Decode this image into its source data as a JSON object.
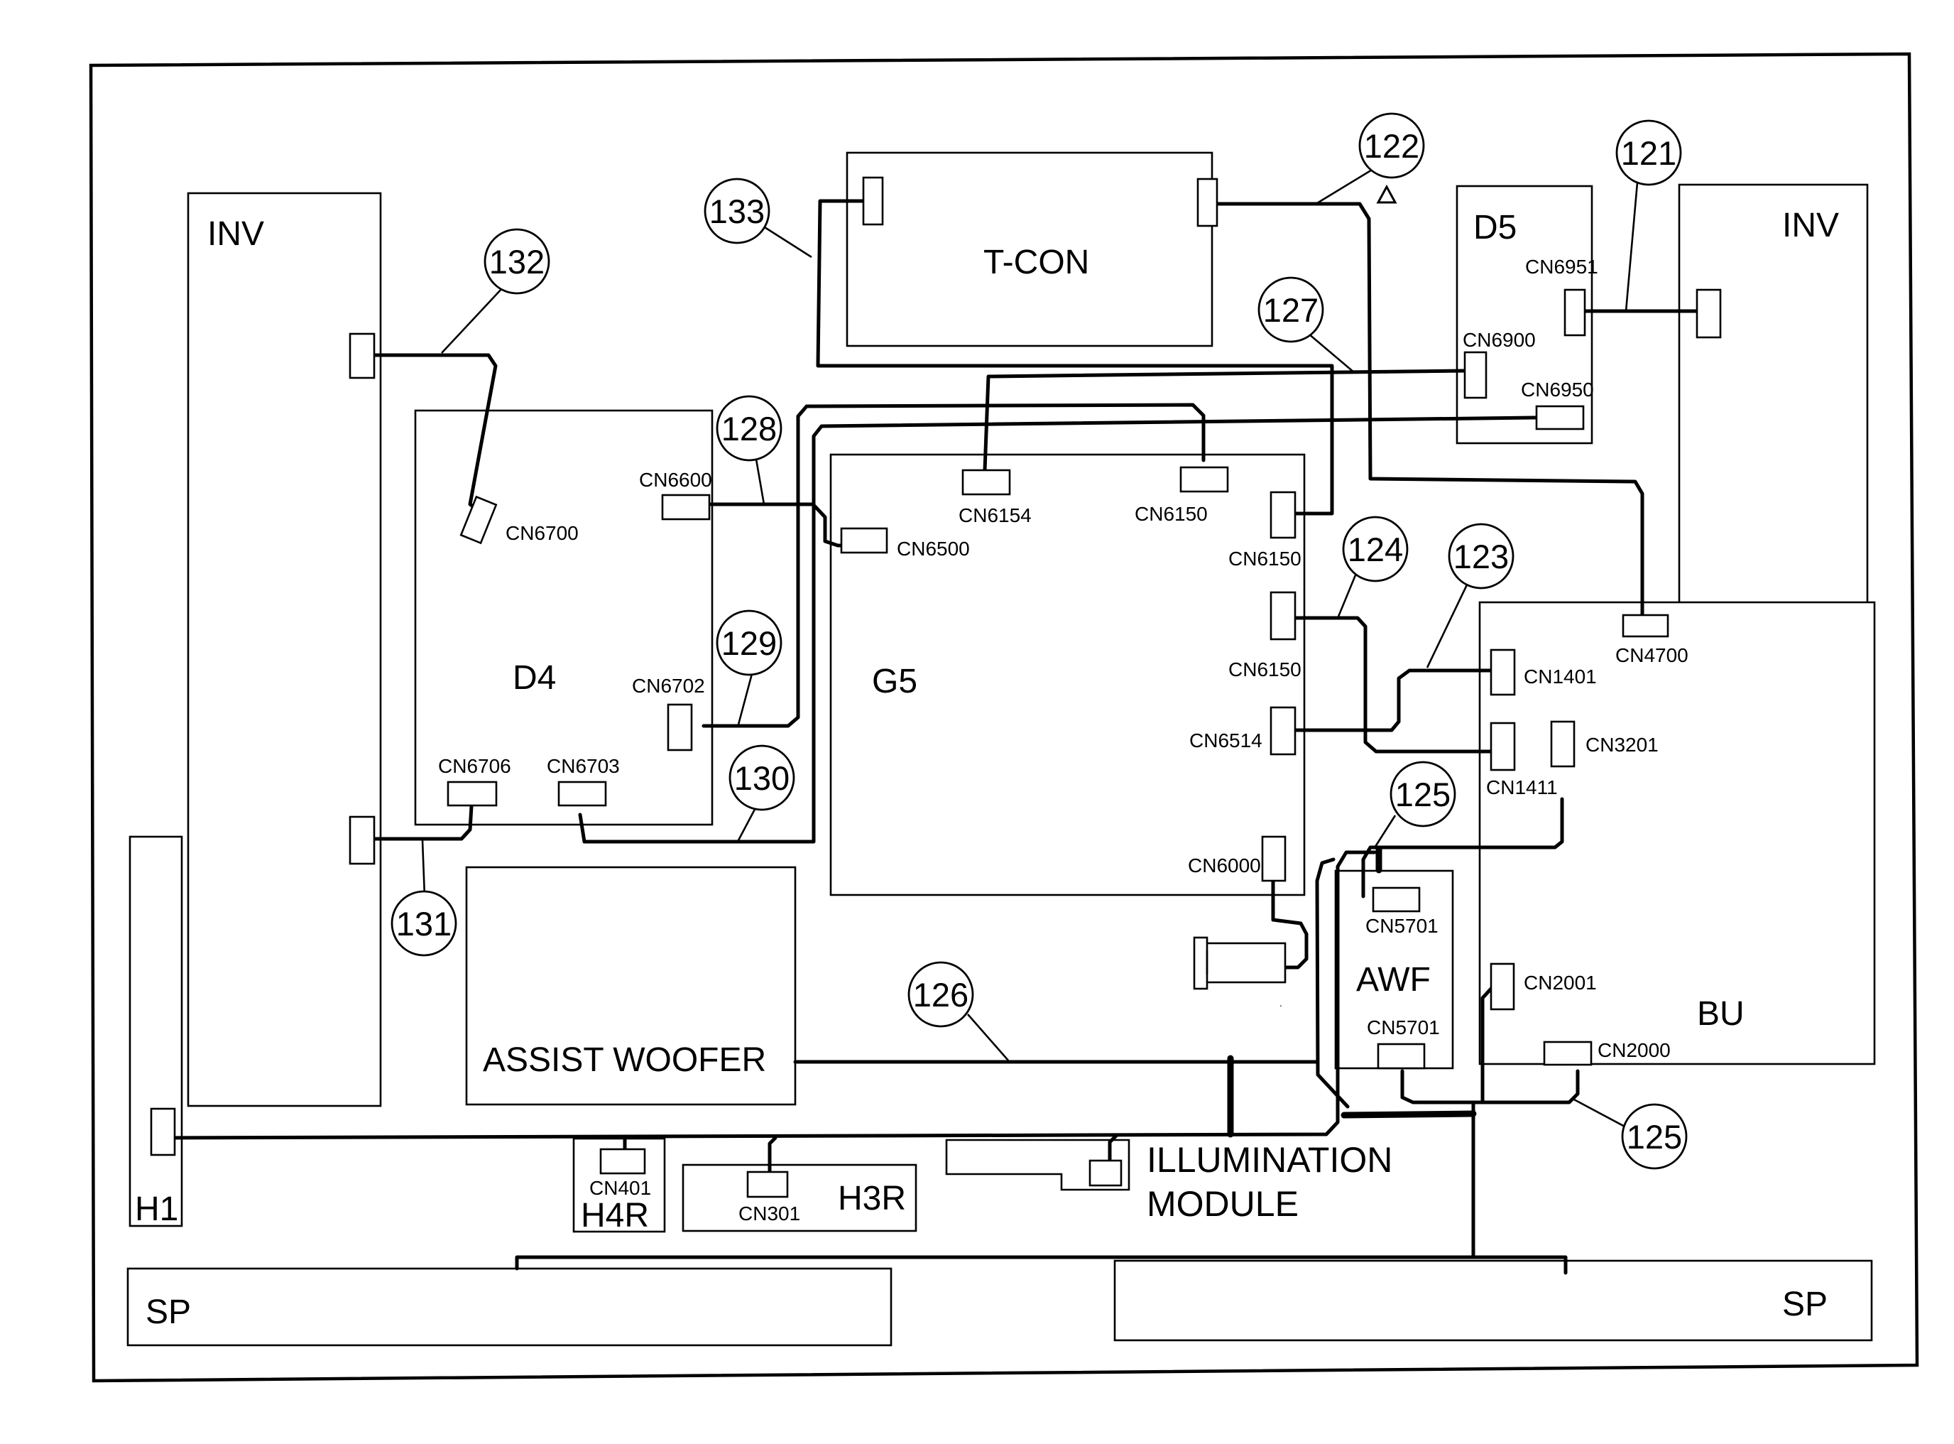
{
  "boards": {
    "inv_left": "INV",
    "inv_right": "INV",
    "t_con": "T-CON",
    "d5": "D5",
    "d4": "D4",
    "g5": "G5",
    "bu": "BU",
    "awf": "AWF",
    "h1": "H1",
    "h4r": "H4R",
    "h3r": "H3R",
    "assist_woofer": "ASSIST WOOFER",
    "illumination_line1": "ILLUMINATION",
    "illumination_line2": "MODULE",
    "sp_left": "SP",
    "sp_right": "SP"
  },
  "connectors": {
    "cn6951": "CN6951",
    "cn6900": "CN6900",
    "cn6950": "CN6950",
    "cn6600": "CN6600",
    "cn6700": "CN6700",
    "cn6500": "CN6500",
    "cn6154": "CN6154",
    "cn6150_top": "CN6150",
    "cn6150_right1": "CN6150",
    "cn6150_right2": "CN6150",
    "cn6514": "CN6514",
    "cn6000": "CN6000",
    "cn6702": "CN6702",
    "cn6706": "CN6706",
    "cn6703": "CN6703",
    "cn4700": "CN4700",
    "cn1401": "CN1401",
    "cn1411": "CN1411",
    "cn3201": "CN3201",
    "cn5701_top": "CN5701",
    "cn5701_bottom": "CN5701",
    "cn2001": "CN2001",
    "cn2000": "CN2000",
    "cn401": "CN401",
    "cn301": "CN301"
  },
  "callouts": {
    "c121": "121",
    "c122": "122",
    "c123": "123",
    "c124": "124",
    "c125a": "125",
    "c125b": "125",
    "c126": "126",
    "c127": "127",
    "c128": "128",
    "c129": "129",
    "c130": "130",
    "c131": "131",
    "c132": "132",
    "c133": "133"
  }
}
